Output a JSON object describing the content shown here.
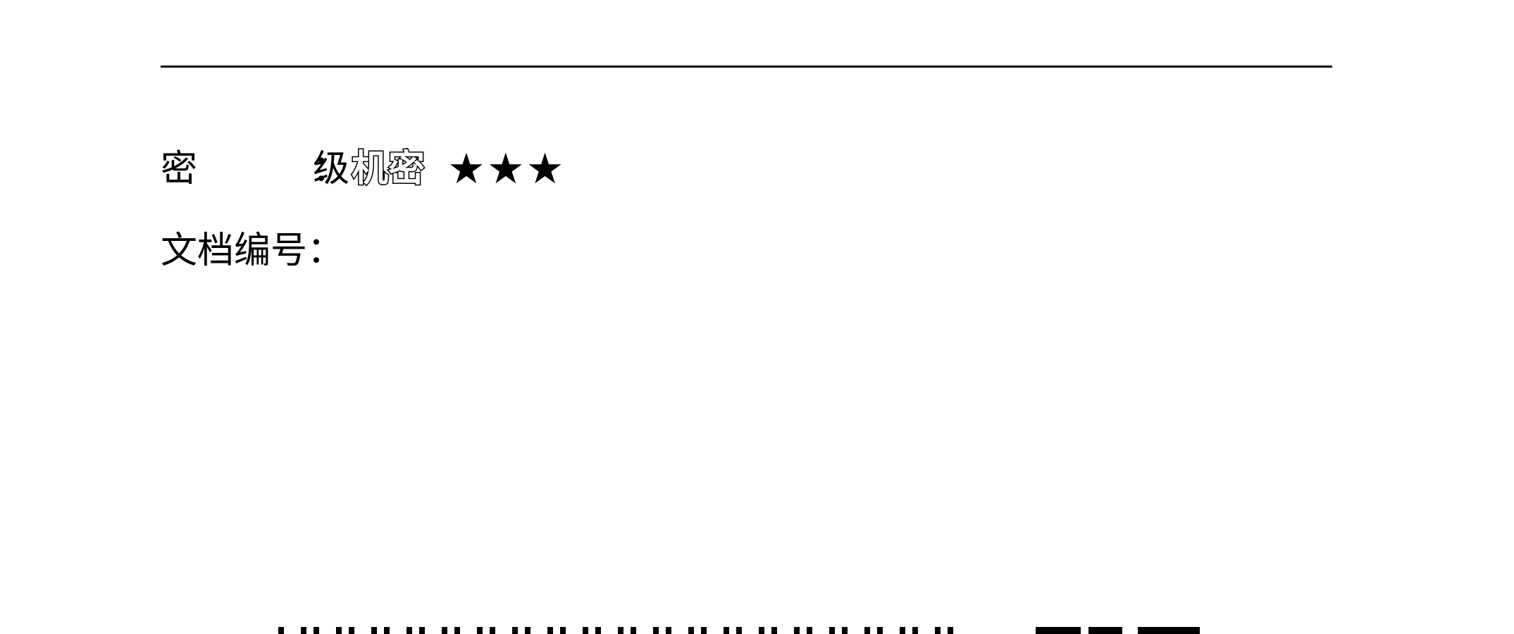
{
  "document": {
    "secrecy": {
      "label": "密　级",
      "colon": "：",
      "value": "机密",
      "stars": "★★★"
    },
    "doc_number": {
      "label": "文档编号",
      "colon": "："
    }
  }
}
